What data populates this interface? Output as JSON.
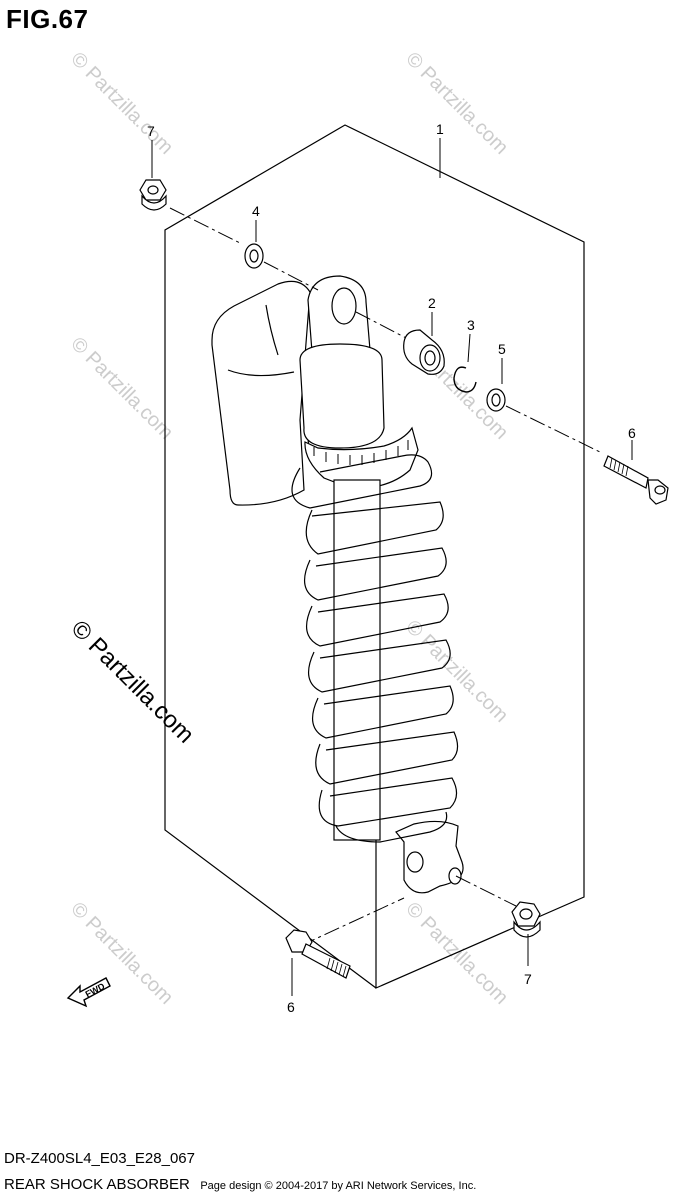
{
  "figure": {
    "title": "FIG.67"
  },
  "callouts": {
    "shock_absorber": "1",
    "bushing": "2",
    "snap_ring": "3",
    "washer_upper": "4",
    "washer_right": "5",
    "bolt_upper": "6",
    "bolt_lower": "6",
    "nut_upper": "7",
    "nut_lower": "7"
  },
  "fwd_label": "FWD",
  "watermark": {
    "text": "© Partzilla.com"
  },
  "footer": {
    "model_code": "DR-Z400SL4_E03_E28_067",
    "diagram_name": "REAR SHOCK ABSORBER",
    "credit": "Page design © 2004-2017 by ARI Network Services, Inc."
  }
}
